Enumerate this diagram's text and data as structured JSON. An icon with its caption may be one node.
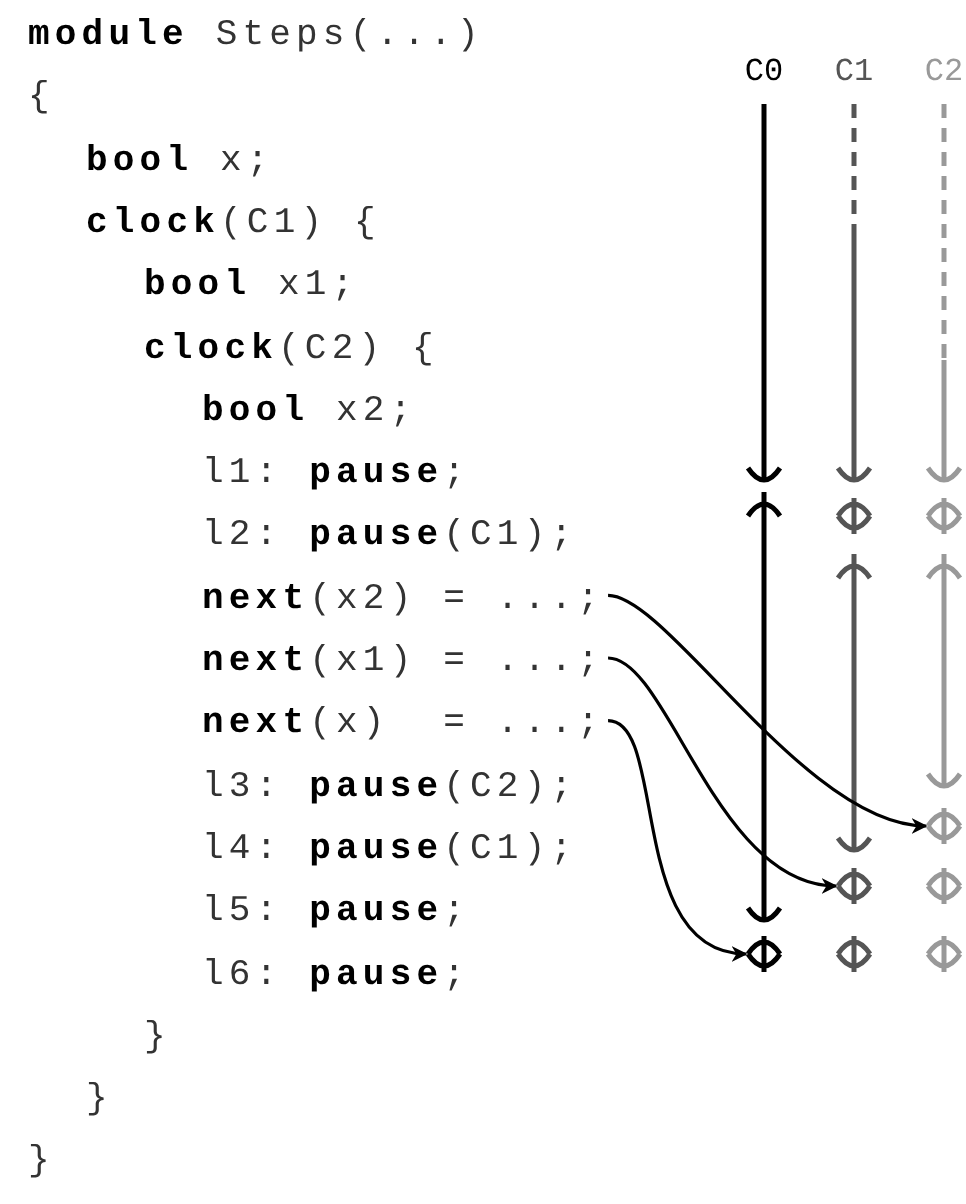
{
  "diagram": {
    "nodes": [
      {
        "text": [
          "**next**(x2) = ...;"
        ]
      },
      {
        "text": [
          "**next**(x1) = ...;"
        ]
      },
      {
        "text": [
          "**next**(x)  = ...;"
        ]
      },
      {
        "text": [],
        "shape": "tick"
      },
      {
        "text": [],
        "shape": "tick"
      },
      {
        "text": [],
        "shape": "tick"
      }
    ],
    "edges": [
      {
        "from": 0,
        "to": 3,
        "arrow": "to"
      },
      {
        "from": 1,
        "to": 4,
        "arrow": "to"
      },
      {
        "from": 2,
        "to": 5,
        "arrow": "to"
      }
    ],
    "labels": [
      "C0",
      "C1",
      "C2",
      "**module** Steps(...)",
      "{",
      "**bool** x;",
      "**clock**(C1) {",
      "**bool** x1;",
      "**clock**(C2) {",
      "**bool** x2;",
      "l1: **pause**;",
      "l2: **pause**(C1);",
      "l3: **pause**(C2);",
      "l4: **pause**(C1);",
      "l5: **pause**;",
      "l6: **pause**;",
      "}",
      "}",
      "}"
    ]
  }
}
